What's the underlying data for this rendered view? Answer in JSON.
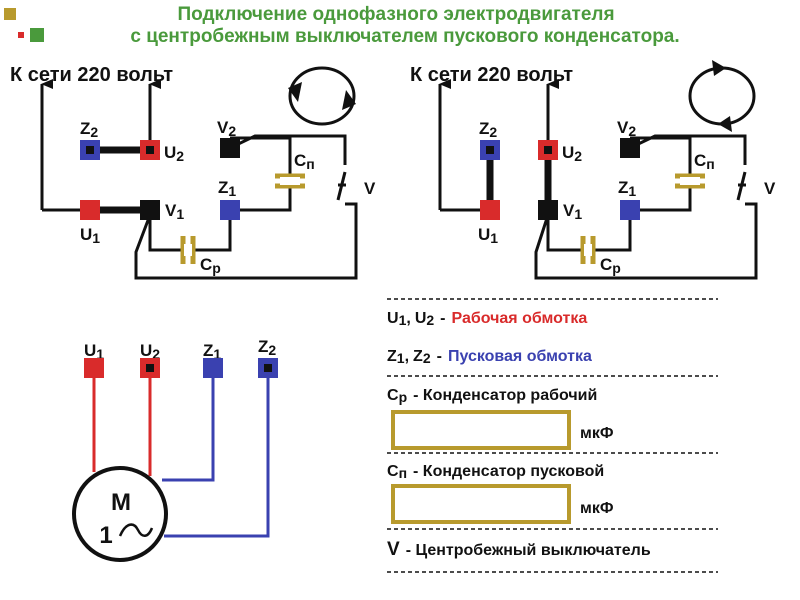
{
  "title": {
    "line1": "Подключение однофазного электродвигателя",
    "line2": "с центробежным выключателем пускового конденсатора."
  },
  "colors": {
    "title_green": "#4a9a3c",
    "title_olive": "#b89a2d",
    "title_red": "#d92b2b",
    "red": "#d92b2b",
    "blue": "#3a41b0",
    "capacitor": "#b89a2d",
    "wire": "#111111"
  },
  "diagram_left": {
    "network_label": "К сети 220 вольт",
    "terminals": {
      "z2": {
        "main": "Z",
        "sub": "2"
      },
      "u2": {
        "main": "U",
        "sub": "2"
      },
      "v2": {
        "main": "V",
        "sub": "2"
      },
      "z1": {
        "main": "Z",
        "sub": "1"
      },
      "u1": {
        "main": "U",
        "sub": "1"
      },
      "v1": {
        "main": "V",
        "sub": "1"
      }
    },
    "cap_start": {
      "main": "C",
      "sub": "п"
    },
    "cap_run": {
      "main": "C",
      "sub": "р"
    },
    "switch_label": "V",
    "rotation": "counterclockwise"
  },
  "diagram_right": {
    "network_label": "К сети 220 вольт",
    "terminals": {
      "z2": {
        "main": "Z",
        "sub": "2"
      },
      "u2": {
        "main": "U",
        "sub": "2"
      },
      "v2": {
        "main": "V",
        "sub": "2"
      },
      "z1": {
        "main": "Z",
        "sub": "1"
      },
      "u1": {
        "main": "U",
        "sub": "1"
      },
      "v1": {
        "main": "V",
        "sub": "1"
      }
    },
    "cap_start": {
      "main": "C",
      "sub": "п"
    },
    "cap_run": {
      "main": "C",
      "sub": "р"
    },
    "switch_label": "V",
    "rotation": "clockwise"
  },
  "motor": {
    "terminals": [
      {
        "main": "U",
        "sub": "1",
        "color": "red"
      },
      {
        "main": "U",
        "sub": "2",
        "color": "red"
      },
      {
        "main": "Z",
        "sub": "1",
        "color": "blue"
      },
      {
        "main": "Z",
        "sub": "2",
        "color": "blue"
      }
    ],
    "symbol_line1": "M",
    "symbol_line2": "1"
  },
  "legend": {
    "dashes": "------------------------------------------------",
    "working": {
      "u1_main": "U",
      "u1_sub": "1",
      "separator": ",",
      "u2_main": "U",
      "u2_sub": "2",
      "dash": "-",
      "text": "Рабочая обмотка"
    },
    "starting": {
      "z1_main": "Z",
      "z1_sub": "1",
      "separator": ",",
      "z2_main": "Z",
      "z2_sub": "2",
      "dash": "-",
      "text": "Пусковая обмотка"
    },
    "cap_run": {
      "main": "C",
      "sub": "р",
      "text": "- Конденсатор рабочий",
      "unit": "мкФ"
    },
    "cap_start": {
      "main": "C",
      "sub": "п",
      "text": "- Конденсатор пусковой",
      "unit": "мкФ"
    },
    "switch": {
      "main": "V",
      "text": "- Центробежный выключатель"
    }
  }
}
